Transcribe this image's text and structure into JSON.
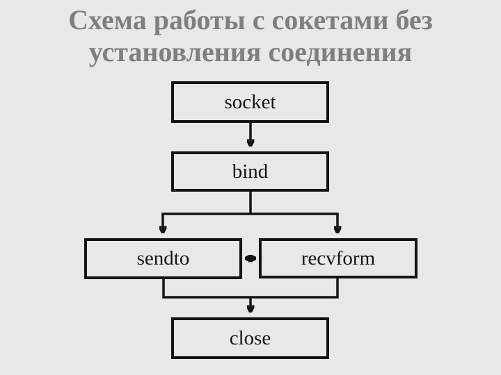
{
  "slide": {
    "title": {
      "line1": "Схема работы с сокетами без",
      "line2": "установления соединения"
    }
  },
  "nodes": [
    {
      "id": "socket",
      "label": "socket"
    },
    {
      "id": "bind",
      "label": "bind"
    },
    {
      "id": "sendto",
      "label": "sendto"
    },
    {
      "id": "recvform",
      "label": "recvform"
    },
    {
      "id": "close",
      "label": "close"
    }
  ],
  "connections": [
    {
      "from": "socket",
      "to": "bind",
      "type": "arrow"
    },
    {
      "from": "bind",
      "to": "sendto",
      "type": "arrow"
    },
    {
      "from": "bind",
      "to": "recvform",
      "type": "arrow"
    },
    {
      "from": "sendto",
      "to": "recvform",
      "type": "double-arrow"
    },
    {
      "from": "sendto",
      "to": "close",
      "type": "arrow"
    },
    {
      "from": "recvform",
      "to": "close",
      "type": "arrow"
    }
  ],
  "colors": {
    "background": "#e8e8e8",
    "title_text": "#7f7f7f",
    "node_border": "#141414",
    "node_text": "#141414",
    "connector": "#141414"
  }
}
